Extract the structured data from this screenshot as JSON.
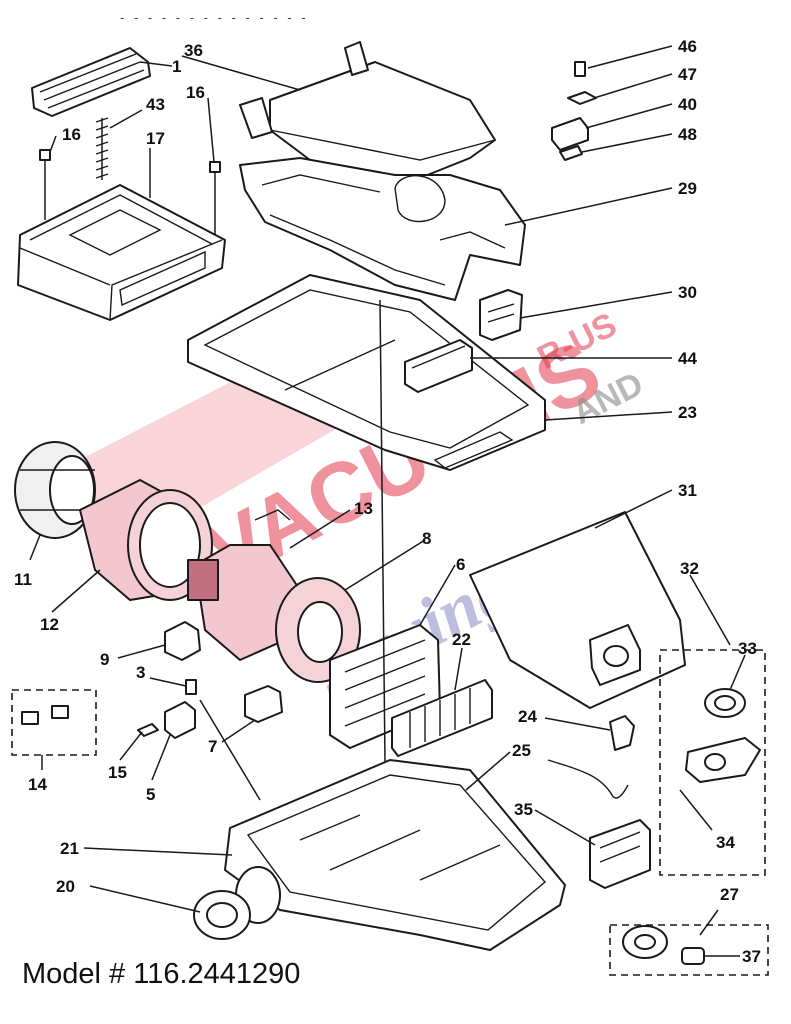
{
  "model_label": "Model # 116.2441290",
  "top_scribble": "- - - - -   - - - - -   - - -   -",
  "watermark": {
    "brand_main": "VACUUMS",
    "brand_suffix": "R-US",
    "brand_and": "AND",
    "brand_script": "Sewing too"
  },
  "callouts": [
    {
      "id": "c36",
      "text": "36"
    },
    {
      "id": "c1",
      "text": "1"
    },
    {
      "id": "c16a",
      "text": "16"
    },
    {
      "id": "c43",
      "text": "43"
    },
    {
      "id": "c16b",
      "text": "16"
    },
    {
      "id": "c17",
      "text": "17"
    },
    {
      "id": "c46",
      "text": "46"
    },
    {
      "id": "c47",
      "text": "47"
    },
    {
      "id": "c40",
      "text": "40"
    },
    {
      "id": "c48",
      "text": "48"
    },
    {
      "id": "c29",
      "text": "29"
    },
    {
      "id": "c30",
      "text": "30"
    },
    {
      "id": "c44",
      "text": "44"
    },
    {
      "id": "c23",
      "text": "23"
    },
    {
      "id": "c31",
      "text": "31"
    },
    {
      "id": "c13",
      "text": "13"
    },
    {
      "id": "c8",
      "text": "8"
    },
    {
      "id": "c6",
      "text": "6"
    },
    {
      "id": "c11",
      "text": "11"
    },
    {
      "id": "c12",
      "text": "12"
    },
    {
      "id": "c22",
      "text": "22"
    },
    {
      "id": "c32",
      "text": "32"
    },
    {
      "id": "c33",
      "text": "33"
    },
    {
      "id": "c9",
      "text": "9"
    },
    {
      "id": "c3",
      "text": "3"
    },
    {
      "id": "c14",
      "text": "14"
    },
    {
      "id": "c7",
      "text": "7"
    },
    {
      "id": "c15",
      "text": "15"
    },
    {
      "id": "c5",
      "text": "5"
    },
    {
      "id": "c24",
      "text": "24"
    },
    {
      "id": "c25",
      "text": "25"
    },
    {
      "id": "c21",
      "text": "21"
    },
    {
      "id": "c35",
      "text": "35"
    },
    {
      "id": "c34",
      "text": "34"
    },
    {
      "id": "c20",
      "text": "20"
    },
    {
      "id": "c27",
      "text": "27"
    },
    {
      "id": "c37",
      "text": "37"
    }
  ]
}
